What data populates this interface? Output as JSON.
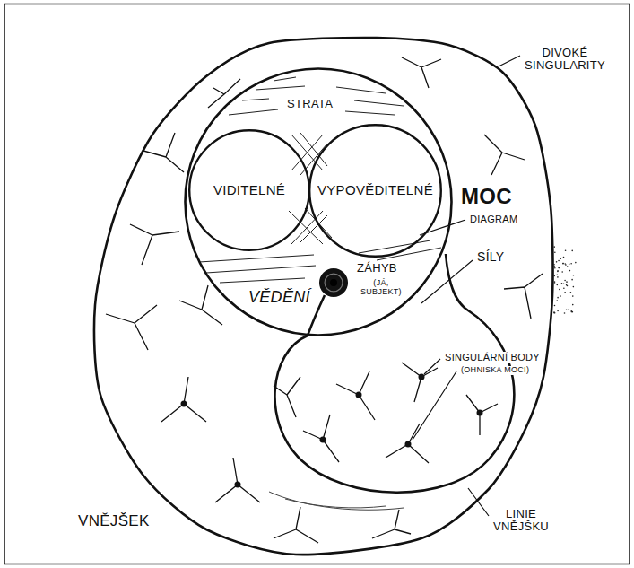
{
  "diagram": {
    "nodes": [
      {
        "text": [
          "STRATA",
          "VĚDĚNÍ"
        ]
      },
      {
        "text": [
          "VIDITELNÉ"
        ],
        "in": 0
      },
      {
        "text": [
          "VYPOVĚDITELNÉ"
        ],
        "in": 0
      },
      {
        "text": [
          "ZÁHYB",
          "(JÁ, SUBJEKT)"
        ],
        "in": 0
      }
    ],
    "labels": [
      "DIVOKÉ SINGULARITY",
      "MOC",
      "DIAGRAM",
      "SÍLY",
      "SINGULÁRNÍ BODY",
      "(OHNISKA MOCI)",
      "LINIE VNĚJŠKU",
      "VNĚJŠEK"
    ]
  }
}
